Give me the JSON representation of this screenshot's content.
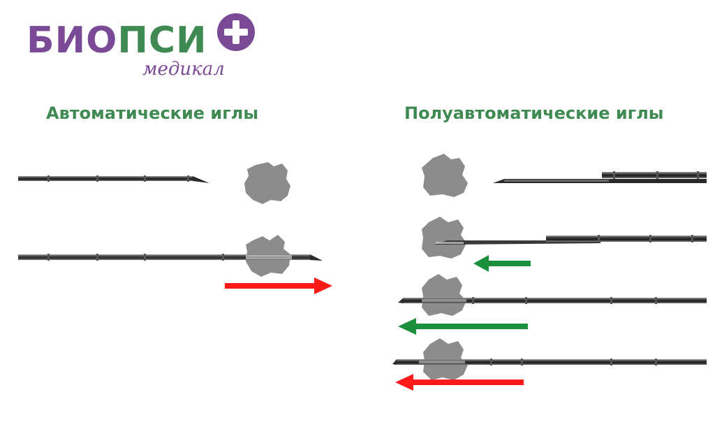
{
  "logo": {
    "word_part1": "БИО",
    "word_part2": "ПСИ",
    "subtitle": "медикал",
    "plus_symbol": "+"
  },
  "headings": {
    "automatic": "Автоматические иглы",
    "semi_automatic": "Полуавтоматические иглы"
  },
  "colors": {
    "brand_purple": "#7b4a97",
    "brand_green": "#3f8a53",
    "heading_green": "#3f8a53",
    "arrow_red": "#ff1a1a",
    "arrow_green": "#1a8f3c",
    "tissue_gray": "#8c8c8c"
  },
  "icons": [
    "plus-icon",
    "arrow-right-icon",
    "arrow-left-icon"
  ],
  "panels": [
    {
      "name": "automatic",
      "steps": [
        "needle-positioned",
        "needle-fired-forward"
      ],
      "arrows": [
        "right-red"
      ]
    },
    {
      "name": "semi-automatic",
      "steps": [
        "needle-positioned",
        "stylet-advanced",
        "cannula-advanced",
        "needle-withdrawn"
      ],
      "arrows": [
        "left-green",
        "left-green",
        "left-red"
      ]
    }
  ]
}
